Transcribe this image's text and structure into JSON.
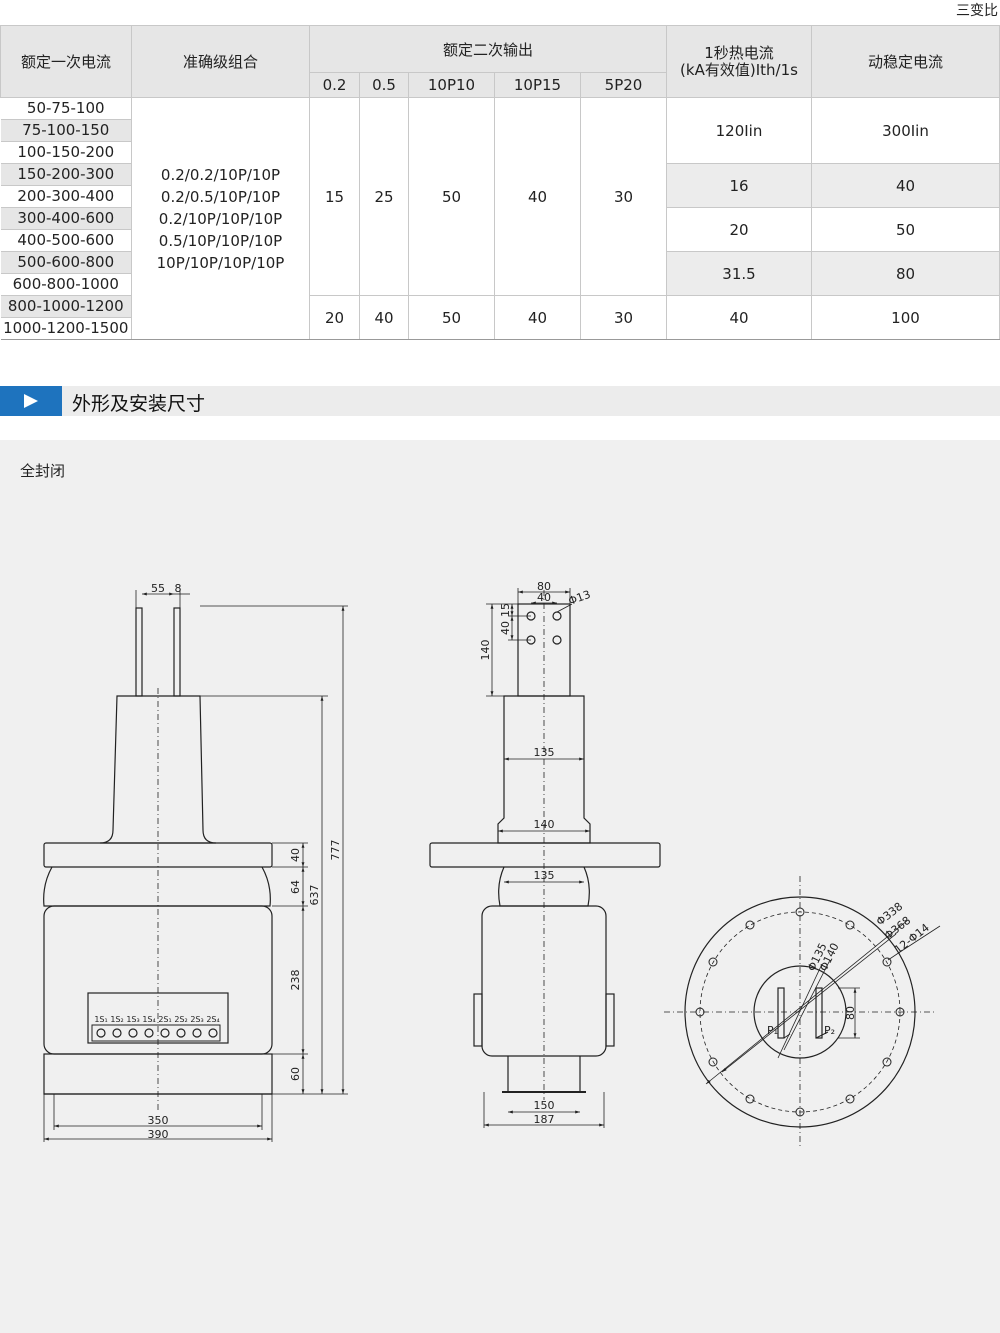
{
  "corner_label": "三变比",
  "table": {
    "headers": {
      "rated_primary": "额定一次电流",
      "accuracy_combo": "准确级组合",
      "rated_secondary_output": "额定二次输出",
      "output_classes": [
        "0.2",
        "0.5",
        "10P10",
        "10P15",
        "5P20"
      ],
      "thermal_line1": "1秒热电流",
      "thermal_line2": "(kA有效值)Ith/1s",
      "dynamic": "动稳定电流"
    },
    "currents": [
      "50-75-100",
      "75-100-150",
      "100-150-200",
      "150-200-300",
      "200-300-400",
      "300-400-600",
      "400-500-600",
      "500-600-800",
      "600-800-1000",
      "800-1000-1200",
      "1000-1200-1500"
    ],
    "accuracy_combinations": [
      "0.2/0.2/10P/10P",
      "0.2/0.5/10P/10P",
      "0.2/10P/10P/10P",
      "0.5/10P/10P/10P",
      "10P/10P/10P/10P"
    ],
    "outputs_group1": [
      "15",
      "25",
      "50",
      "40",
      "30"
    ],
    "outputs_group2": [
      "20",
      "40",
      "50",
      "40",
      "30"
    ],
    "thermal": [
      "120Iin",
      "16",
      "20",
      "31.5",
      "40"
    ],
    "dynamic": [
      "300Iin",
      "40",
      "50",
      "80",
      "100"
    ]
  },
  "section": {
    "title": "外形及安装尺寸"
  },
  "drawing": {
    "subtitle": "全封闭",
    "front": {
      "dims": {
        "d55": "55",
        "d8": "8",
        "d40": "40",
        "d64": "64",
        "d637": "637",
        "d777": "777",
        "d238": "238",
        "d60": "60",
        "d350": "350",
        "d390": "390"
      },
      "terminals": [
        "1S₁",
        "1S₂",
        "1S₃",
        "1S₄",
        "2S₁",
        "2S₂",
        "2S₃",
        "2S₄"
      ]
    },
    "side": {
      "dims": {
        "d80": "80",
        "d40": "40",
        "d13": "Φ13",
        "d15": "15",
        "d40b": "40",
        "d140": "140",
        "d135a": "135",
        "d140b": "140",
        "d135b": "135",
        "d150": "150",
        "d187": "187"
      }
    },
    "top": {
      "dims": {
        "d338": "Φ338",
        "d368": "Φ368",
        "d14": "12-Φ14",
        "d135": "Φ135",
        "d140": "Φ140",
        "d80": "80"
      },
      "labels": {
        "p1": "P₁",
        "p2": "P₂"
      }
    }
  }
}
